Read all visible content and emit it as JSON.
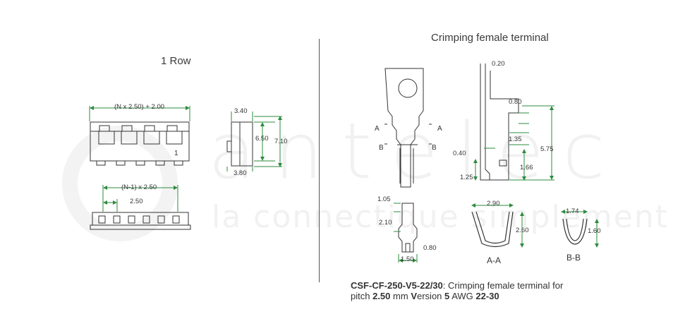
{
  "watermark": {
    "logo": "antelec",
    "tagline": "la connectique simplement"
  },
  "left_title": "1 Row",
  "right_title": "Crimping female terminal",
  "left_dims": {
    "overall": "(N x 2.50) + 2.00",
    "pin_one": "1",
    "n_minus": "(N-1) x 2.50",
    "pitch": "2.50",
    "side_top": "3.40",
    "side_inner": "6.50",
    "side_outer": "7.10",
    "side_bottom": "3.80"
  },
  "right_dims": {
    "a1": "A",
    "a2": "A",
    "b1": "B",
    "b2": "B",
    "d020": "0.20",
    "d080": "0.80",
    "d135": "1.35",
    "d575": "5.75",
    "d040": "0.40",
    "d166": "1.66",
    "d125": "1.25",
    "d105": "1.05",
    "d210": "2.10",
    "d080b": "0.80",
    "d150": "1.50",
    "d290": "2.90",
    "d260": "2.60",
    "d174": "1.74",
    "d160": "1.60"
  },
  "sections": {
    "aa": "A-A",
    "bb": "B-B"
  },
  "caption": {
    "part": "CSF-CF-250-V5-22/30",
    "desc1": ": Crimping female terminal for",
    "pitch_word": "pitch",
    "pitch_val": "2.50",
    "mm": "mm",
    "v": "V",
    "ersion": "ersion",
    "ver": "5",
    "awg": "AWG",
    "awg_val": "22-30"
  },
  "colors": {
    "dim_green": "#2e8b3e",
    "line": "#333333"
  }
}
